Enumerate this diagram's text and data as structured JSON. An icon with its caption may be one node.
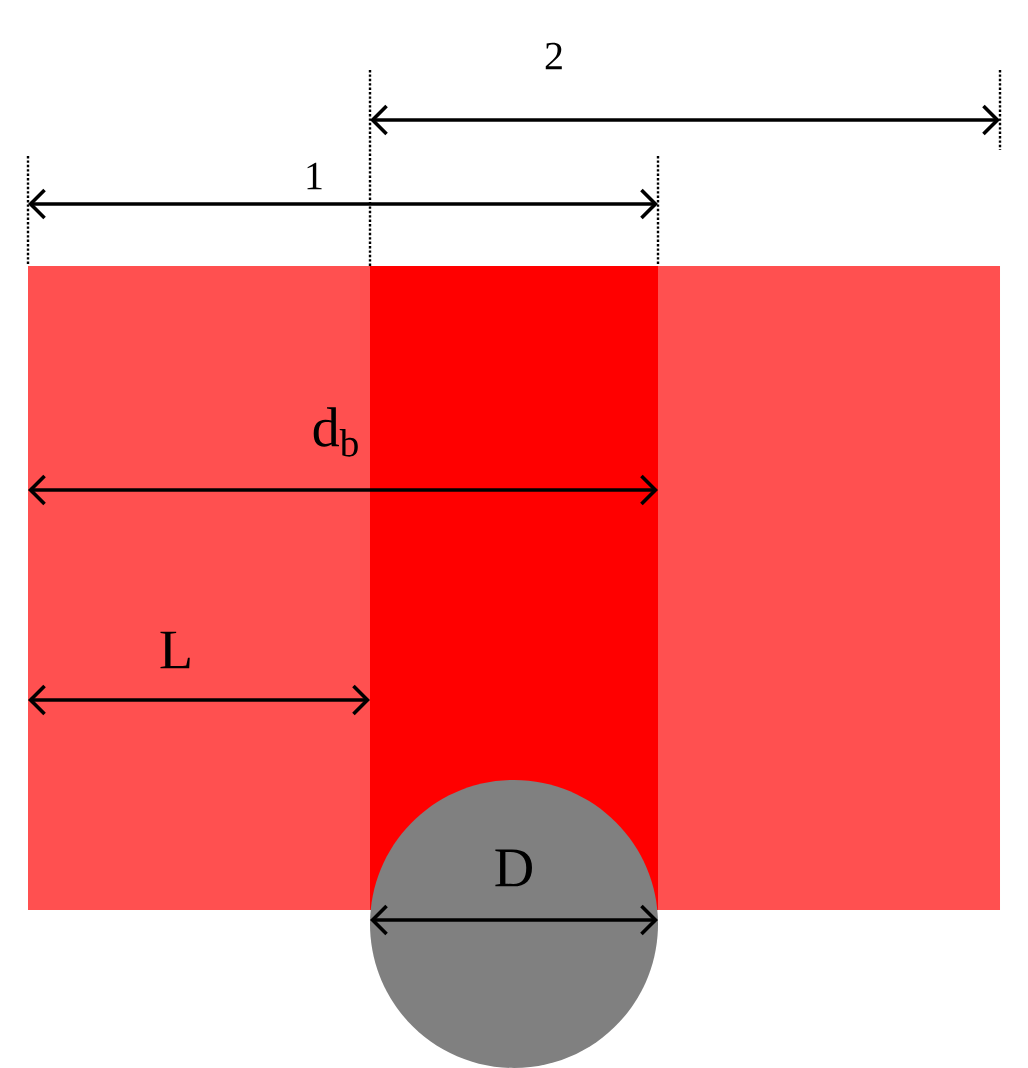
{
  "diagram": {
    "labels": [
      "2",
      "1",
      "d$_{b}$",
      "L",
      "D"
    ]
  }
}
